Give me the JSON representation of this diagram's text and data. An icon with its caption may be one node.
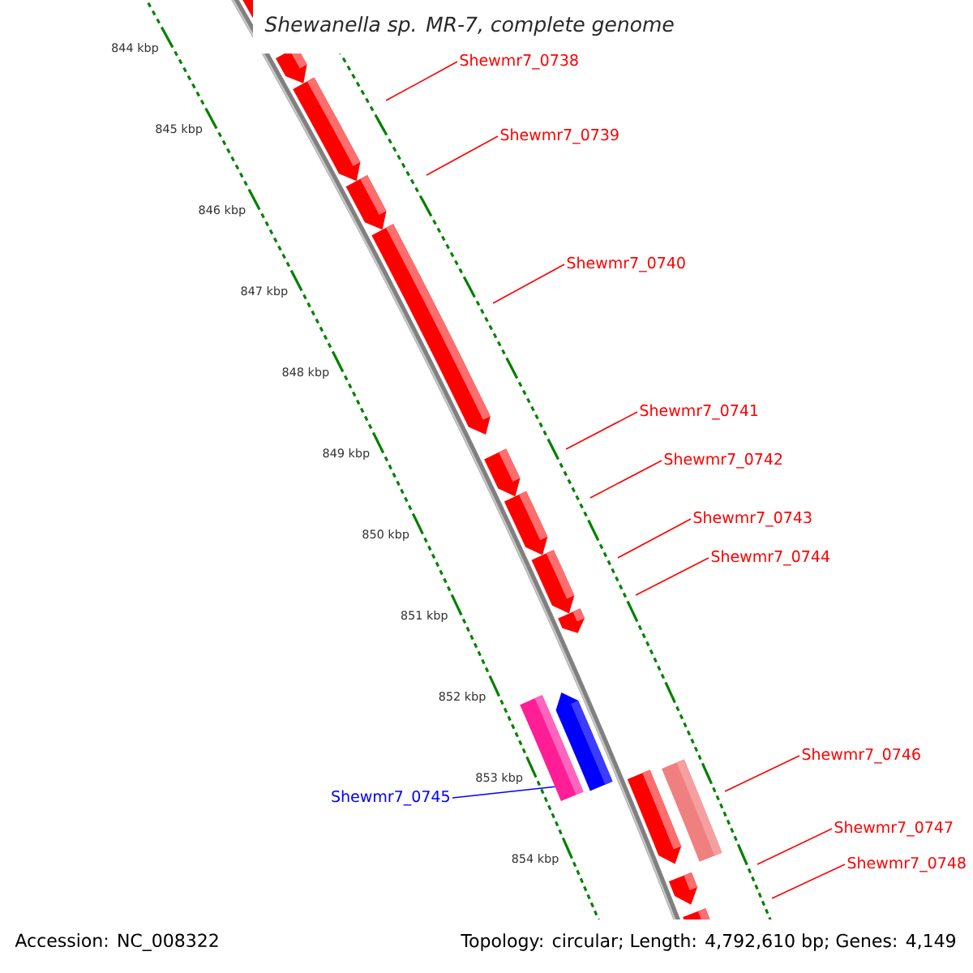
{
  "diagram": {
    "title": "Shewanella sp. MR-7, complete genome",
    "nodes": [
      {
        "text": [
          "Shewmr7_0738"
        ]
      },
      {
        "text": [
          "Shewmr7_0739"
        ]
      },
      {
        "text": [
          "Shewmr7_0740"
        ]
      },
      {
        "text": [
          "Shewmr7_0741"
        ]
      },
      {
        "text": [
          "Shewmr7_0742"
        ]
      },
      {
        "text": [
          "Shewmr7_0743"
        ]
      },
      {
        "text": [
          "Shewmr7_0744"
        ]
      },
      {
        "text": [
          "Shewmr7_0746"
        ]
      },
      {
        "text": [
          "Shewmr7_0745"
        ]
      },
      {
        "text": [
          "Shewmr7_0747"
        ]
      },
      {
        "text": [
          "Shewmr7_0748"
        ]
      },
      {
        "text": [],
        "shape": "bar"
      }
    ],
    "edges": [
      {
        "from": 0,
        "to": null,
        "arrow": "none"
      },
      {
        "from": 1,
        "to": null,
        "arrow": "none"
      },
      {
        "from": 2,
        "to": null,
        "arrow": "none"
      },
      {
        "from": 3,
        "to": null,
        "arrow": "none"
      },
      {
        "from": 4,
        "to": null,
        "arrow": "none"
      },
      {
        "from": 5,
        "to": null,
        "arrow": "none"
      },
      {
        "from": 6,
        "to": null,
        "arrow": "none"
      },
      {
        "from": 7,
        "to": null,
        "arrow": "none"
      },
      {
        "from": 8,
        "to": 11,
        "arrow": "none",
        "color": "#0000ff"
      },
      {
        "from": 9,
        "to": null,
        "arrow": "none"
      },
      {
        "from": 10,
        "to": null,
        "arrow": "none"
      }
    ],
    "labels": [
      "844 kbp",
      "845 kbp",
      "846 kbp",
      "847 kbp",
      "848 kbp",
      "849 kbp",
      "850 kbp",
      "851 kbp",
      "852 kbp",
      "853 kbp",
      "854 kbp",
      "Accession: NC_008322",
      "Topology: circular; Length: 4,792,610 bp; Genes: 4,149"
    ]
  }
}
